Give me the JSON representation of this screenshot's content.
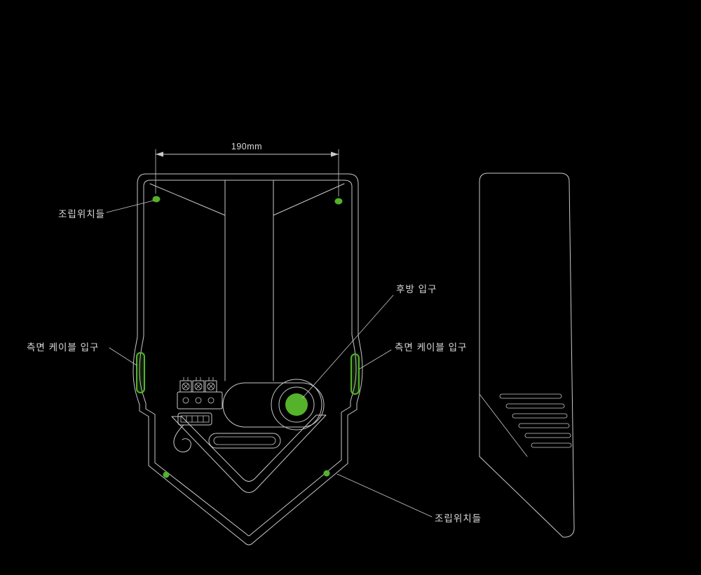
{
  "colors": {
    "background": "#000000",
    "line": "#c9c9c9",
    "accent_green": "#55b22b",
    "label_text": "#d9d9d9"
  },
  "dimension": {
    "label": "190mm"
  },
  "callouts": {
    "mount_points_top": "조립위치들",
    "mount_points_bottom": "조립위치들",
    "side_cable_entry_left": "측면 케이블 입구",
    "side_cable_entry_right": "측면 케이블 입구",
    "rear_entry": "후방 입구"
  }
}
